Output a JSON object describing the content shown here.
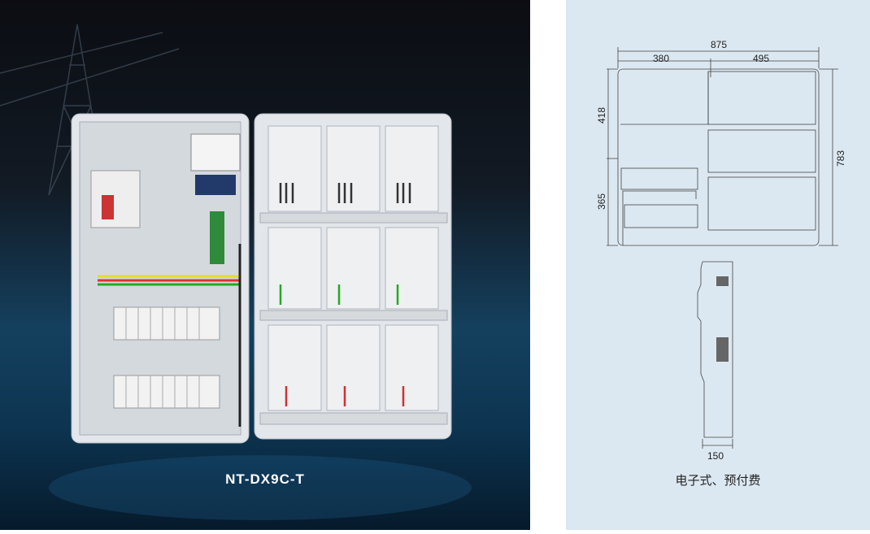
{
  "product": {
    "model": "NT-DX9C-T",
    "caption": "电子式、预付费"
  },
  "dimensions": {
    "total_width": "875",
    "left_width": "380",
    "right_width": "495",
    "upper_height": "418",
    "lower_height": "365",
    "total_height": "783",
    "depth": "150"
  },
  "colors": {
    "background_drawing": "#dce8f1",
    "photo_bg": "#14405e"
  }
}
